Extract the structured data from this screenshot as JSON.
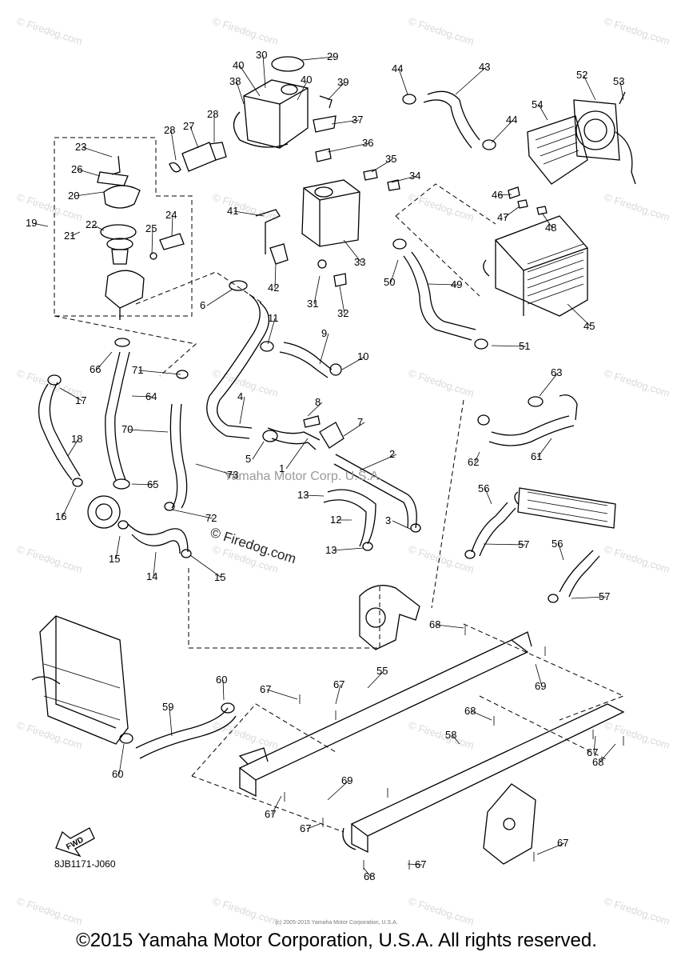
{
  "diagram": {
    "code": "8JB1171-J060",
    "fwd_label": "FWD",
    "watermark_center": "Yamaha Motor Corp. U.S.A.",
    "watermark_firedog": "© Firedog.com",
    "watermark_tile": "© Firedog.com",
    "callouts": [
      "1",
      "2",
      "3",
      "4",
      "5",
      "6",
      "7",
      "8",
      "9",
      "10",
      "11",
      "12",
      "13",
      "13",
      "14",
      "15",
      "15",
      "16",
      "17",
      "18",
      "19",
      "20",
      "21",
      "22",
      "23",
      "24",
      "25",
      "26",
      "27",
      "28",
      "28",
      "29",
      "30",
      "31",
      "32",
      "33",
      "34",
      "35",
      "36",
      "37",
      "38",
      "39",
      "40",
      "40",
      "41",
      "42",
      "43",
      "44",
      "44",
      "45",
      "46",
      "47",
      "48",
      "49",
      "50",
      "51",
      "52",
      "53",
      "54",
      "55",
      "56",
      "56",
      "57",
      "57",
      "58",
      "59",
      "60",
      "60",
      "61",
      "62",
      "63",
      "64",
      "65",
      "66",
      "67",
      "67",
      "67",
      "67",
      "67",
      "67",
      "67",
      "68",
      "68",
      "68",
      "68",
      "69",
      "69",
      "70",
      "71",
      "72",
      "73"
    ]
  },
  "footer": {
    "copyright": "©2015 Yamaha Motor Corporation, U.S.A. All rights reserved.",
    "tiny_notice": "(c) 2005-2015 Yamaha Motor Corporation, U.S.A."
  }
}
